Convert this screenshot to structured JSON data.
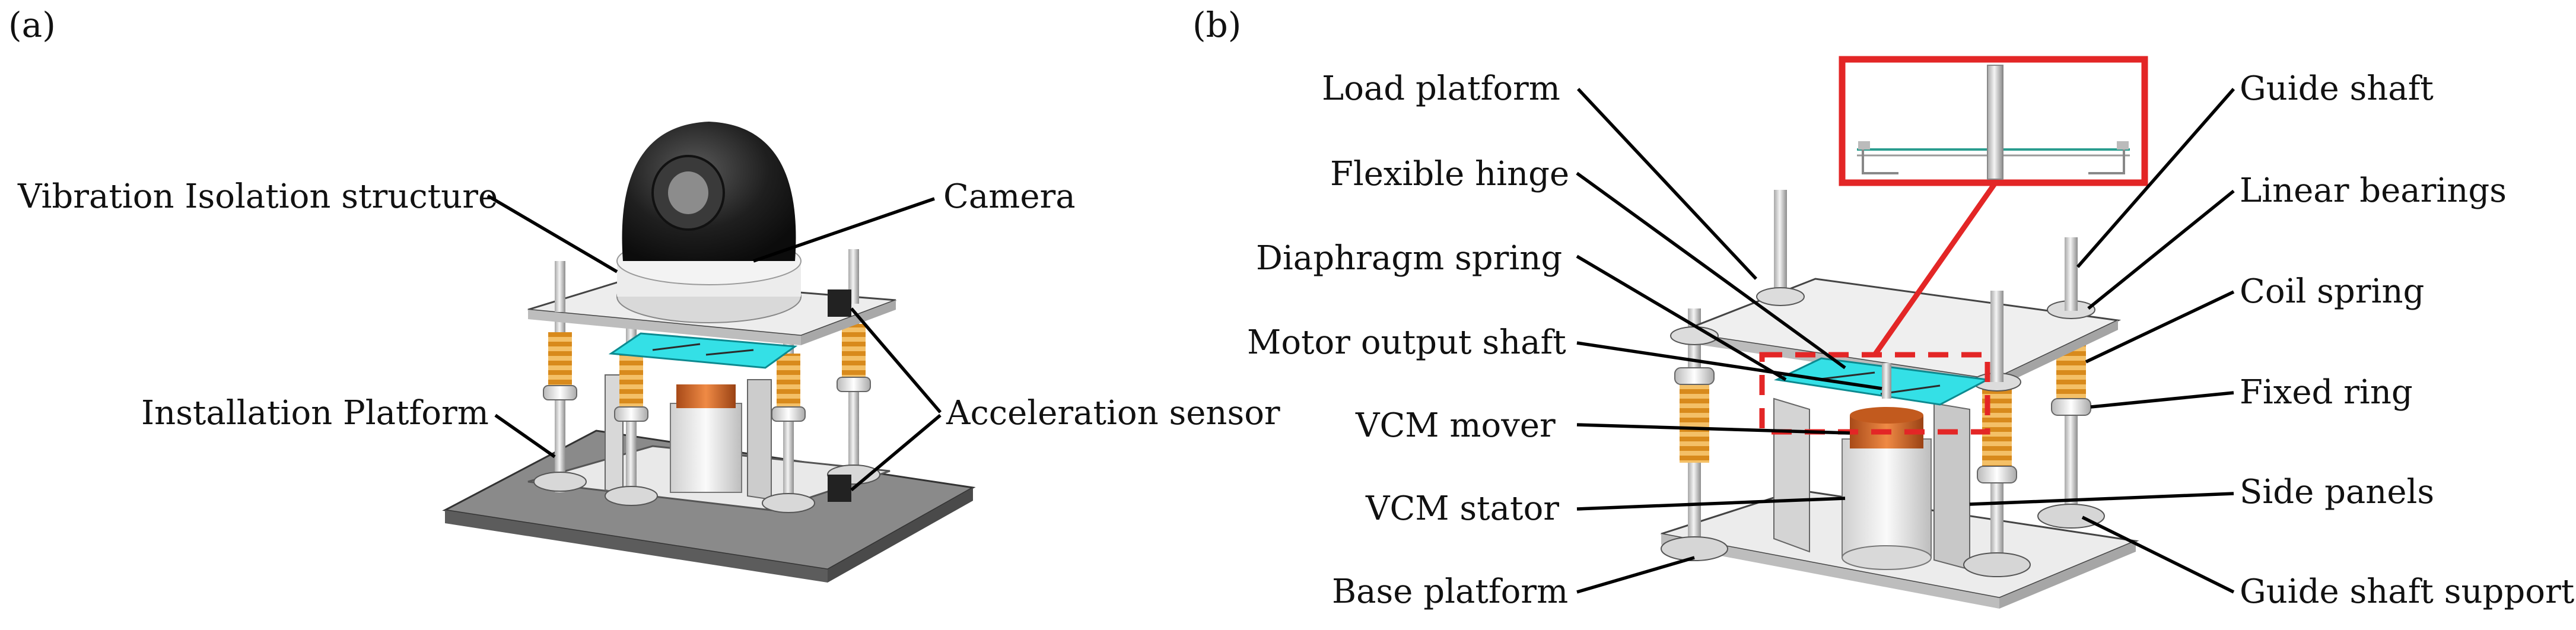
{
  "panels": {
    "a": "(a)",
    "b": "(b)"
  },
  "labels_a": {
    "vibration_isolation_structure": "Vibration Isolation structure",
    "installation_platform": "Installation Platform",
    "camera": "Camera",
    "acceleration_sensor": "Acceleration sensor"
  },
  "labels_b": {
    "load_platform": "Load platform",
    "flexible_hinge": "Flexible hinge",
    "diaphragm_spring": "Diaphragm spring",
    "motor_output_shaft": "Motor output shaft",
    "vcm_mover": "VCM mover",
    "vcm_stator": "VCM stator",
    "base_platform": "Base platform",
    "guide_shaft": "Guide shaft",
    "linear_bearings": "Linear bearings",
    "coil_spring": "Coil spring",
    "fixed_ring": "Fixed ring",
    "side_panels": "Side panels",
    "guide_shaft_support": "Guide shaft support"
  },
  "colors": {
    "hinge_cyan": "#34e0e6",
    "spring_orange": "#e39a2a",
    "highlight_red": "#e32626",
    "camera_black": "#1b1b1b",
    "base_gray": "#7a7a7a",
    "copper": "#d2682a"
  }
}
